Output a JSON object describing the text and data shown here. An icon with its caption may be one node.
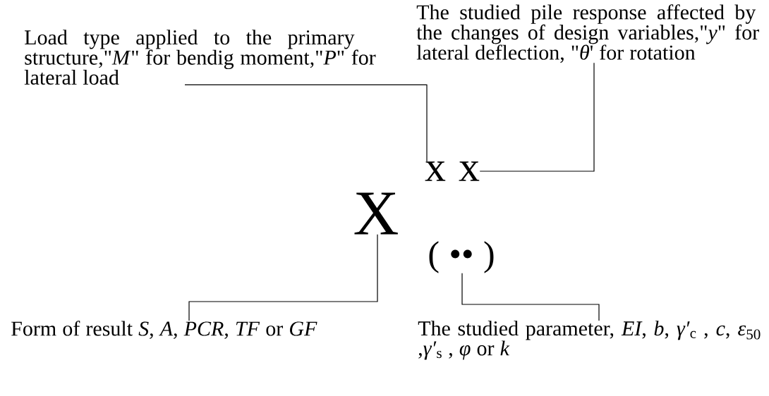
{
  "diagram": {
    "nodes": [
      {
        "text": [
          "Load type applied to the primary structure,\"*M*\" for bendig moment,\"*P*\" for lateral load"
        ]
      },
      {
        "text": [
          "The studied pile response affected by the changes of design variables,\"*y*\" for lateral deflection, \"*θ*' for rotation"
        ]
      },
      {
        "text": [
          "x"
        ]
      },
      {
        "text": [
          "x"
        ]
      },
      {
        "text": [
          "X"
        ]
      },
      {
        "text": [
          "( •• )"
        ]
      },
      {
        "text": [
          "Form of result *S*, *A*, *PCR*, *TF* or *GF*"
        ]
      },
      {
        "text": [
          "The studied parameter, *EI*, *b*, *γ′*$_{c}$ , *c*, *ε*$_{50}$ ,*γ′*$_{s}$ , *φ* or *k*"
        ]
      }
    ],
    "edges": [
      {
        "from": 0,
        "to": 2,
        "arrow": "none"
      },
      {
        "from": 1,
        "to": 3,
        "arrow": "none"
      },
      {
        "from": 6,
        "to": 4,
        "arrow": "none"
      },
      {
        "from": 7,
        "to": 5,
        "arrow": "none"
      }
    ]
  }
}
